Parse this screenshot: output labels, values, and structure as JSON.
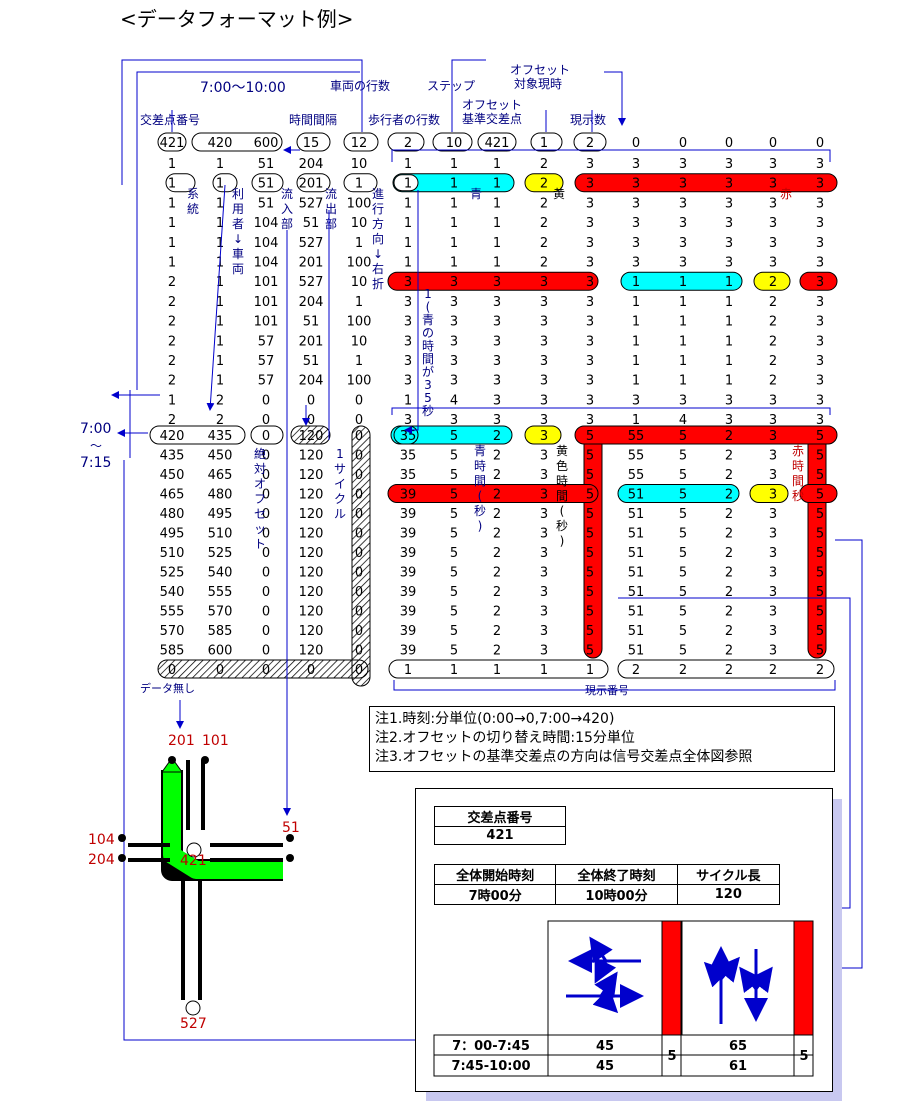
{
  "title": "<データフォーマット例>",
  "headers": {
    "time_range": "7:00〜10:00",
    "vehicle_rows": "車両の行数",
    "offset_target": "オフセット\n対象現時",
    "step": "ステップ",
    "intersection_no": "交差点番号",
    "time_interval": "時間間隔",
    "pedestrian_rows": "歩行者の行数",
    "offset_ref": "オフセット\n基準交差点",
    "phase_count": "現示数"
  },
  "header_row": [
    "421",
    "420",
    "600",
    "15",
    "12",
    "2",
    "10",
    "421",
    "1",
    "2",
    "0",
    "0",
    "0",
    "0",
    "0"
  ],
  "vehicle_rows": [
    [
      "1",
      "1",
      "51",
      "204",
      "10",
      "1",
      "1",
      "1",
      "2",
      "3",
      "3",
      "3",
      "3",
      "3",
      "3"
    ],
    [
      "1",
      "1",
      "51",
      "201",
      "1",
      "1",
      "1",
      "1",
      "2",
      "3",
      "3",
      "3",
      "3",
      "3",
      "3"
    ],
    [
      "1",
      "1",
      "51",
      "527",
      "100",
      "1",
      "1",
      "1",
      "2",
      "3",
      "3",
      "3",
      "3",
      "3",
      "3"
    ],
    [
      "1",
      "1",
      "104",
      "51",
      "10",
      "1",
      "1",
      "1",
      "2",
      "3",
      "3",
      "3",
      "3",
      "3",
      "3"
    ],
    [
      "1",
      "1",
      "104",
      "527",
      "1",
      "1",
      "1",
      "1",
      "2",
      "3",
      "3",
      "3",
      "3",
      "3",
      "3"
    ],
    [
      "1",
      "1",
      "104",
      "201",
      "100",
      "1",
      "1",
      "1",
      "2",
      "3",
      "3",
      "3",
      "3",
      "3",
      "3"
    ],
    [
      "2",
      "1",
      "101",
      "527",
      "10",
      "3",
      "3",
      "3",
      "3",
      "3",
      "1",
      "1",
      "1",
      "2",
      "3"
    ],
    [
      "2",
      "1",
      "101",
      "204",
      "1",
      "3",
      "3",
      "3",
      "3",
      "3",
      "1",
      "1",
      "1",
      "2",
      "3"
    ],
    [
      "2",
      "1",
      "101",
      "51",
      "100",
      "3",
      "3",
      "3",
      "3",
      "3",
      "1",
      "1",
      "1",
      "2",
      "3"
    ],
    [
      "2",
      "1",
      "57",
      "201",
      "10",
      "3",
      "3",
      "3",
      "3",
      "3",
      "1",
      "1",
      "1",
      "2",
      "3"
    ],
    [
      "2",
      "1",
      "57",
      "51",
      "1",
      "3",
      "3",
      "3",
      "3",
      "3",
      "1",
      "1",
      "1",
      "2",
      "3"
    ],
    [
      "2",
      "1",
      "57",
      "204",
      "100",
      "3",
      "3",
      "3",
      "3",
      "3",
      "1",
      "1",
      "1",
      "2",
      "3"
    ],
    [
      "1",
      "2",
      "0",
      "0",
      "0",
      "1",
      "4",
      "3",
      "3",
      "3",
      "3",
      "3",
      "3",
      "3",
      "3"
    ],
    [
      "2",
      "2",
      "0",
      "0",
      "0",
      "3",
      "3",
      "3",
      "3",
      "3",
      "1",
      "4",
      "3",
      "3",
      "3"
    ]
  ],
  "timing_rows": [
    [
      "420",
      "435",
      "0",
      "120",
      "0",
      "35",
      "5",
      "2",
      "3",
      "5",
      "55",
      "5",
      "2",
      "3",
      "5"
    ],
    [
      "435",
      "450",
      "0",
      "120",
      "0",
      "35",
      "5",
      "2",
      "3",
      "5",
      "55",
      "5",
      "2",
      "3",
      "5"
    ],
    [
      "450",
      "465",
      "0",
      "120",
      "0",
      "35",
      "5",
      "2",
      "3",
      "5",
      "55",
      "5",
      "2",
      "3",
      "5"
    ],
    [
      "465",
      "480",
      "0",
      "120",
      "0",
      "39",
      "5",
      "2",
      "3",
      "5",
      "51",
      "5",
      "2",
      "3",
      "5"
    ],
    [
      "480",
      "495",
      "0",
      "120",
      "0",
      "39",
      "5",
      "2",
      "3",
      "5",
      "51",
      "5",
      "2",
      "3",
      "5"
    ],
    [
      "495",
      "510",
      "0",
      "120",
      "0",
      "39",
      "5",
      "2",
      "3",
      "5",
      "51",
      "5",
      "2",
      "3",
      "5"
    ],
    [
      "510",
      "525",
      "0",
      "120",
      "0",
      "39",
      "5",
      "2",
      "3",
      "5",
      "51",
      "5",
      "2",
      "3",
      "5"
    ],
    [
      "525",
      "540",
      "0",
      "120",
      "0",
      "39",
      "5",
      "2",
      "3",
      "5",
      "51",
      "5",
      "2",
      "3",
      "5"
    ],
    [
      "540",
      "555",
      "0",
      "120",
      "0",
      "39",
      "5",
      "2",
      "3",
      "5",
      "51",
      "5",
      "2",
      "3",
      "5"
    ],
    [
      "555",
      "570",
      "0",
      "120",
      "0",
      "39",
      "5",
      "2",
      "3",
      "5",
      "51",
      "5",
      "2",
      "3",
      "5"
    ],
    [
      "570",
      "585",
      "0",
      "120",
      "0",
      "39",
      "5",
      "2",
      "3",
      "5",
      "51",
      "5",
      "2",
      "3",
      "5"
    ],
    [
      "585",
      "600",
      "0",
      "120",
      "0",
      "39",
      "5",
      "2",
      "3",
      "5",
      "51",
      "5",
      "2",
      "3",
      "5"
    ],
    [
      "0",
      "0",
      "0",
      "0",
      "0",
      "1",
      "1",
      "1",
      "1",
      "1",
      "2",
      "2",
      "2",
      "2",
      "2"
    ]
  ],
  "labels": {
    "system": "系統",
    "user_vehicle": "利用者↓車両",
    "inflow": "流入部",
    "outflow": "流出部",
    "direction": "進行方向↓右折",
    "green_label": "青",
    "yellow_label": "黄",
    "red_label": "赤",
    "green_time_note": "1(青の時間が35秒",
    "time_start": "7:00",
    "tilde": "〜",
    "time_end": "7:15",
    "abs_offset": "絶対オフセット",
    "cycle": "1サイクル",
    "green_time": "青時間(秒)",
    "yellow_time": "黄色時間(秒)",
    "red_time": "赤時間秒",
    "no_data": "データ無し",
    "phase_number": "現示番号"
  },
  "notes": [
    "注1.時刻:分単位(0:00→0,7:00→420)",
    "注2.オフセットの切り替え時間:15分単位",
    "注3.オフセットの基準交差点の方向は信号交差点全体図参照"
  ],
  "intersection": {
    "nodes": [
      "201",
      "101",
      "104",
      "204",
      "51",
      "421",
      "527"
    ]
  },
  "panel": {
    "id_header": "交差点番号",
    "id_value": "421",
    "cols": [
      "全体開始時刻",
      "全体終了時刻",
      "サイクル長"
    ],
    "vals": [
      "7時00分",
      "10時00分",
      "120"
    ],
    "times": [
      "7：00-7:45",
      "7:45-10:00"
    ],
    "phase1": [
      "45",
      "45"
    ],
    "phase2": [
      "65",
      "61"
    ],
    "gap": [
      "5",
      "5"
    ]
  },
  "colors": {
    "green": "#00ffff",
    "yellow": "#ffff00",
    "red": "#ff0000",
    "blue": "#0000cc",
    "arrow_green": "#00ff00"
  }
}
